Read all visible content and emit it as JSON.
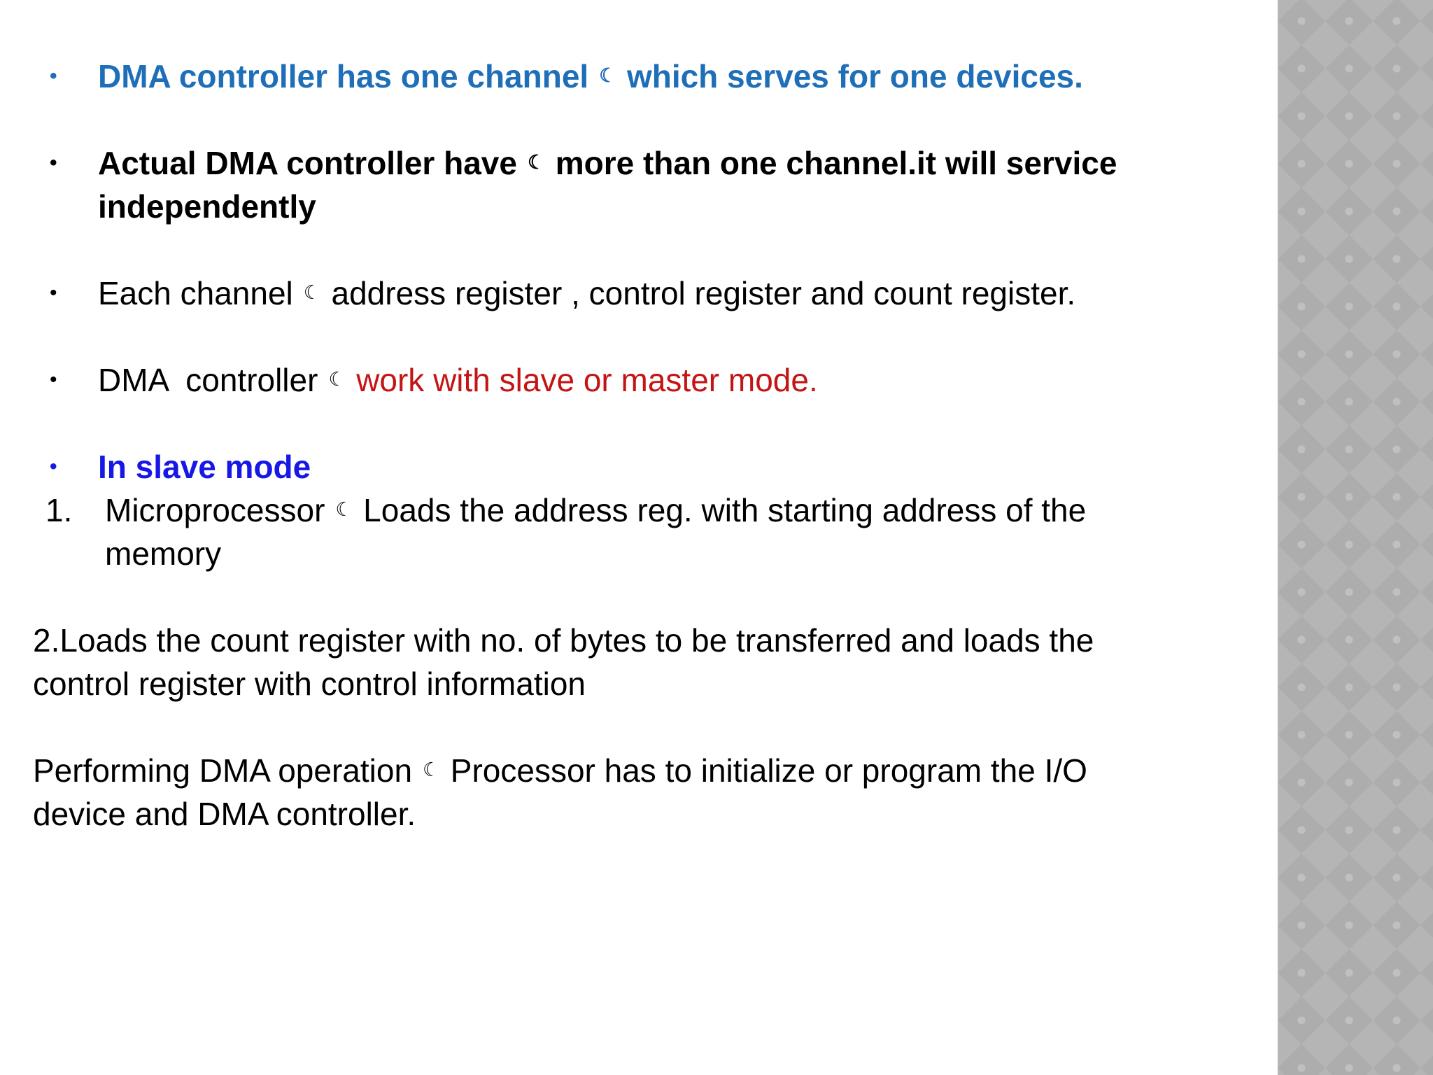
{
  "slide": {
    "type": "presentation-slide",
    "background_color": "#ffffff",
    "sidebar": {
      "base_color": "#b5b5b5",
      "diamond_color": "#adadad",
      "pattern": "diamond-checker-with-moon-marks"
    },
    "accent_colors": {
      "steel_blue": "#1E6FB8",
      "pure_blue": "#1717E6",
      "red": "#C41414",
      "black": "#000000"
    }
  },
  "glyphs": {
    "bullet": "•",
    "moon": "☾"
  },
  "paragraphs": {
    "p1": {
      "before_moon": "DMA controller has one channel",
      "after_moon": "which serves for one devices."
    },
    "p2": {
      "before_moon": "Actual DMA controller have",
      "after_moon": "more than one channel.it will service independently"
    },
    "p3": {
      "before_moon": "Each channel",
      "after_moon": "address register , control register and count register."
    },
    "p4": {
      "before_moon": "DMA  controller",
      "after_moon_red": "work with slave or master mode."
    },
    "p5": {
      "text": "In slave mode"
    },
    "n1": {
      "marker": "1.",
      "before_moon": "Microprocessor",
      "after_moon": "Loads the address reg. with starting address of the memory"
    },
    "n2": {
      "text": "2.Loads the count register with no. of bytes to be transferred and loads the control register with control information"
    },
    "p7": {
      "before_moon": "Performing DMA operation",
      "after_moon": "Processor has to initialize or program the I/O device and DMA controller."
    }
  }
}
